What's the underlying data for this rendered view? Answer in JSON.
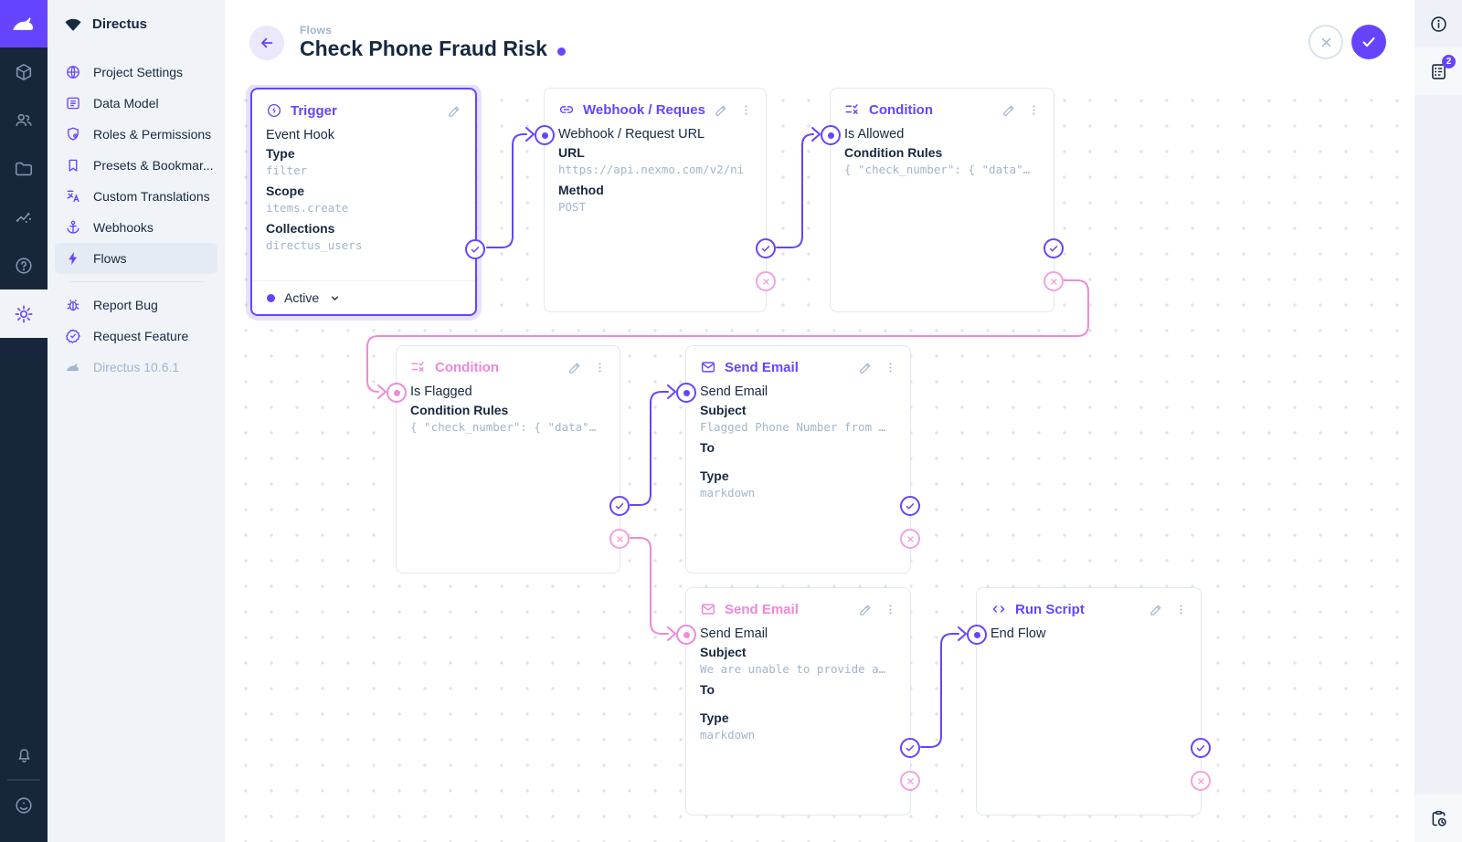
{
  "brand": {
    "name": "Directus",
    "accent": "#6644ff"
  },
  "nav": {
    "project_name": "Directus",
    "items": [
      {
        "label": "Project Settings",
        "icon": "globe-icon"
      },
      {
        "label": "Data Model",
        "icon": "data-model-icon"
      },
      {
        "label": "Roles & Permissions",
        "icon": "shield-icon"
      },
      {
        "label": "Presets & Bookmar...",
        "icon": "bookmark-icon"
      },
      {
        "label": "Custom Translations",
        "icon": "translate-icon"
      },
      {
        "label": "Webhooks",
        "icon": "anchor-icon"
      },
      {
        "label": "Flows",
        "icon": "bolt-icon",
        "active": true
      }
    ],
    "footer_items": [
      {
        "label": "Report Bug",
        "icon": "bug-icon"
      },
      {
        "label": "Request Feature",
        "icon": "verified-icon"
      }
    ],
    "version": "Directus 10.6.1"
  },
  "header": {
    "breadcrumb": "Flows",
    "title": "Check Phone Fraud Risk"
  },
  "right_bar": {
    "notifications_badge": "2"
  },
  "flow": {
    "colors": {
      "resolve": "#6644ff",
      "reject": "#ee8ad6"
    },
    "cards": [
      {
        "title": "Trigger",
        "subtitle": "Event Hook",
        "status": "Active",
        "fields": [
          {
            "label": "Type",
            "value": "filter"
          },
          {
            "label": "Scope",
            "value": "items.create"
          },
          {
            "label": "Collections",
            "value": "directus_users"
          }
        ]
      },
      {
        "title": "Webhook / Request U",
        "subtitle": "Webhook / Request URL",
        "fields": [
          {
            "label": "URL",
            "value": "https://api.nexmo.com/v2/ni"
          },
          {
            "label": "Method",
            "value": "POST"
          }
        ]
      },
      {
        "title": "Condition",
        "subtitle": "Is Allowed",
        "fields": [
          {
            "label": "Condition Rules",
            "value": "{ \"check_number\": { \"data\"…"
          }
        ]
      },
      {
        "title": "Condition",
        "subtitle": "Is Flagged",
        "fields": [
          {
            "label": "Condition Rules",
            "value": "{ \"check_number\": { \"data\"…"
          }
        ]
      },
      {
        "title": "Send Email",
        "subtitle": "Send Email",
        "fields": [
          {
            "label": "Subject",
            "value": "Flagged Phone Number from …"
          },
          {
            "label": "To",
            "value": ""
          },
          {
            "label": "Type",
            "value": "markdown"
          }
        ]
      },
      {
        "title": "Send Email",
        "subtitle": "Send Email",
        "fields": [
          {
            "label": "Subject",
            "value": "We are unable to provide a…"
          },
          {
            "label": "To",
            "value": ""
          },
          {
            "label": "Type",
            "value": "markdown"
          }
        ]
      },
      {
        "title": "Run Script",
        "subtitle": "End Flow",
        "fields": []
      }
    ]
  }
}
